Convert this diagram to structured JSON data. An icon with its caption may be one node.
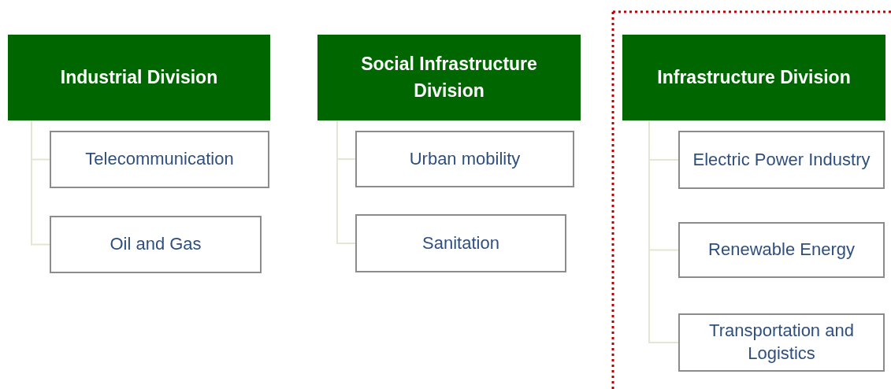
{
  "diagram": {
    "nodes": [
      {
        "text": [
          "Industrial Division"
        ]
      },
      {
        "text": [
          "Telecommunication"
        ]
      },
      {
        "text": [
          "Oil and Gas"
        ]
      },
      {
        "text": [
          "Social Infrastructure Division"
        ]
      },
      {
        "text": [
          "Urban mobility"
        ]
      },
      {
        "text": [
          "Sanitation"
        ]
      },
      {
        "text": [
          "Infrastructure Division"
        ]
      },
      {
        "text": [
          "Electric Power Industry"
        ]
      },
      {
        "text": [
          "Renewable Energy"
        ]
      },
      {
        "text": [
          "Transportation and Logistics"
        ]
      }
    ],
    "edges": [
      {
        "from": 0,
        "to": 1,
        "arrow": "none"
      },
      {
        "from": 0,
        "to": 2,
        "arrow": "none"
      },
      {
        "from": 3,
        "to": 4,
        "arrow": "none"
      },
      {
        "from": 3,
        "to": 5,
        "arrow": "none"
      },
      {
        "from": 6,
        "to": 7,
        "arrow": "none"
      },
      {
        "from": 6,
        "to": 8,
        "arrow": "none"
      },
      {
        "from": 6,
        "to": 9,
        "arrow": "none"
      }
    ]
  }
}
